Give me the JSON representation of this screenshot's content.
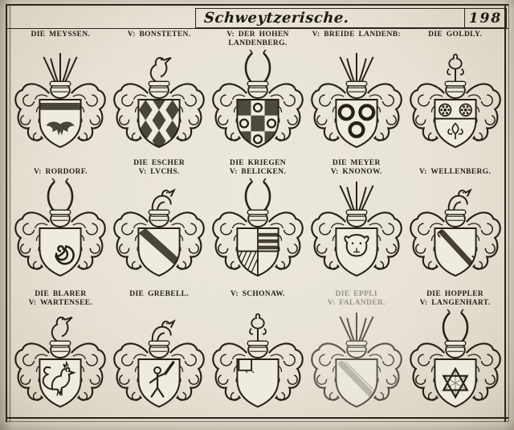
{
  "page": {
    "background": "#e9e4d7",
    "ink": "#262017",
    "shield_fill": "#efebdf"
  },
  "header": {
    "title": "Schweytzerische.",
    "page_number": "198"
  },
  "grid": {
    "rows": [
      {
        "cells": [
          {
            "id": "meyssen",
            "label_lines": [
              "DIE MEYSSEN."
            ],
            "charge": "fess-eagle",
            "crest": "plume",
            "label_align": "top",
            "faded": false
          },
          {
            "id": "bonsteten",
            "label_lines": [
              "V: BONSTETEN."
            ],
            "charge": "lozengy",
            "crest": "bird",
            "label_align": "top",
            "faded": false
          },
          {
            "id": "hohen-landenberg",
            "label_lines": [
              "V: DER HOHEN",
              "LANDENBERG."
            ],
            "charge": "checky-rings",
            "crest": "horns",
            "label_align": "top",
            "faded": false
          },
          {
            "id": "breide-landenberg",
            "label_lines": [
              "V: BREIDE LANDENB:"
            ],
            "charge": "annulets",
            "crest": "plume",
            "label_align": "top",
            "faded": false
          },
          {
            "id": "goldly",
            "label_lines": [
              "DIE GOLDLY."
            ],
            "charge": "roses-fess",
            "crest": "fleur",
            "label_align": "top",
            "faded": false
          }
        ]
      },
      {
        "cells": [
          {
            "id": "rordorf",
            "label_lines": [
              "V: RORDORF."
            ],
            "charge": "spiral",
            "crest": "horns",
            "label_align": "bottom",
            "faded": false
          },
          {
            "id": "escher-luchs",
            "label_lines": [
              "DIE ESCHER",
              "V: LVCHS."
            ],
            "charge": "bend",
            "crest": "demi",
            "label_align": "top",
            "faded": false
          },
          {
            "id": "kriegen-belicken",
            "label_lines": [
              "DIE KRIEGEN",
              "V: BELICKEN."
            ],
            "charge": "quarterly-bars",
            "crest": "horns",
            "label_align": "top",
            "faded": false
          },
          {
            "id": "meyer-knonow",
            "label_lines": [
              "DIE MEYER",
              "V: KNONOW."
            ],
            "charge": "head",
            "crest": "plume",
            "label_align": "top",
            "faded": false
          },
          {
            "id": "wellenberg",
            "label_lines": [
              "V: WELLENBERG."
            ],
            "charge": "bend-hook",
            "crest": "demi",
            "label_align": "bottom",
            "faded": false
          }
        ]
      },
      {
        "cells": [
          {
            "id": "blarer-wartensee",
            "label_lines": [
              "DIE BLARER",
              "V: WARTENSEE."
            ],
            "charge": "rooster",
            "crest": "bird",
            "label_align": "top",
            "faded": false
          },
          {
            "id": "grebell",
            "label_lines": [
              "DIE GREBELL."
            ],
            "charge": "figure",
            "crest": "demi",
            "label_align": "top",
            "faded": false
          },
          {
            "id": "schonaw",
            "label_lines": [
              "V: SCHONAW."
            ],
            "charge": "canton",
            "crest": "fleur",
            "label_align": "top",
            "faded": false
          },
          {
            "id": "eppli-falander",
            "label_lines": [
              "DIE EPPLI",
              "V: FALANDER."
            ],
            "charge": "bend-faint",
            "crest": "plume",
            "label_align": "top",
            "faded": true
          },
          {
            "id": "hoppler-langenhart",
            "label_lines": [
              "DIE HOPPLER",
              "V: LANGENHART."
            ],
            "charge": "star6",
            "crest": "horns",
            "label_align": "top",
            "faded": false
          }
        ]
      }
    ]
  }
}
